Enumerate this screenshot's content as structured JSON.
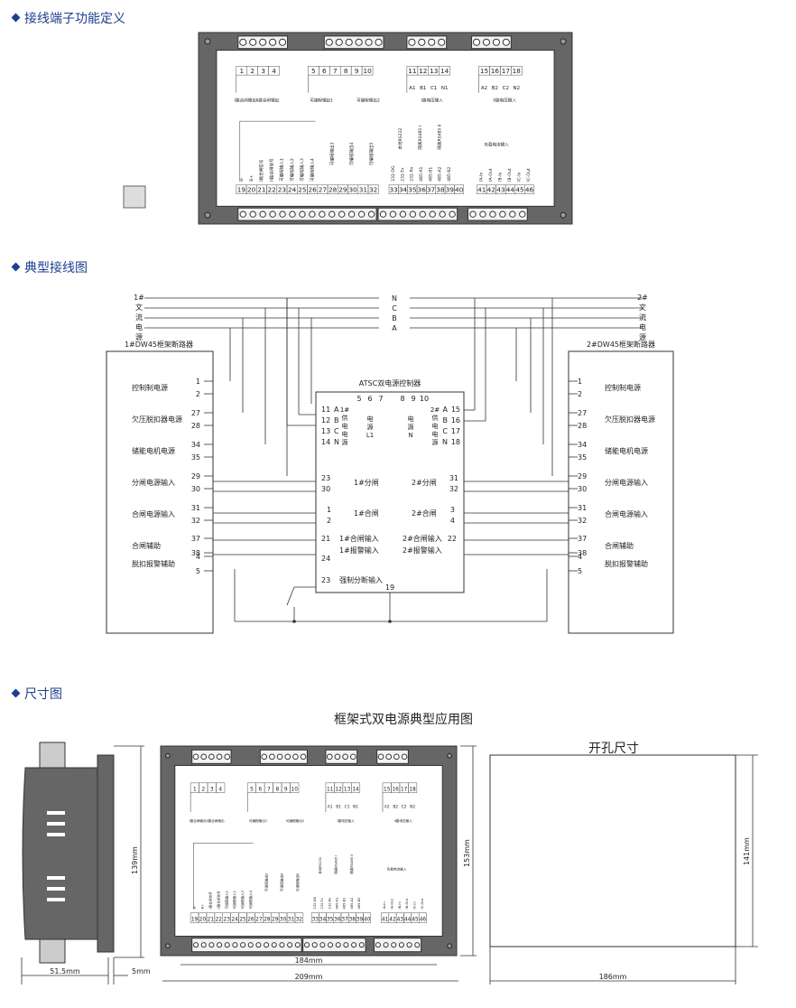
{
  "sections": {
    "terminal_def": "接线端子功能定义",
    "typical_wiring": "典型接线图",
    "dimensions": "尺寸图"
  },
  "terminals": {
    "top_row_1": [
      "1",
      "2",
      "3",
      "4"
    ],
    "top_row_2": [
      "5",
      "6",
      "7",
      "8",
      "9",
      "10"
    ],
    "top_row_3": [
      "11",
      "12",
      "13",
      "14"
    ],
    "top_row_4": [
      "15",
      "16",
      "17",
      "18"
    ],
    "phase_labels_1": [
      "A1",
      "B1",
      "C1",
      "N1"
    ],
    "phase_labels_2": [
      "A2",
      "B2",
      "C2",
      "N2"
    ],
    "group_labels": {
      "g1a": "I路合闸输出",
      "g1b": "II路合闸输出",
      "g2a": "可编程输出1",
      "g2b": "可编程输出2",
      "g3": "I路电压输入",
      "g4": "II路电压输入"
    },
    "bottom_row_1": [
      "19",
      "20",
      "21",
      "22",
      "23",
      "24",
      "25",
      "26",
      "27",
      "28",
      "29",
      "30",
      "31",
      "32"
    ],
    "bottom_row_2": [
      "33",
      "34",
      "35",
      "36",
      "37",
      "38",
      "39",
      "40"
    ],
    "bottom_row_3": [
      "41",
      "42",
      "43",
      "44",
      "45",
      "46"
    ],
    "bottom_vertical_1": [
      "B-",
      "B+",
      "I路合闸信号",
      "II路合闸信号",
      "可编程输入1",
      "可编程输入2",
      "可编程输入3",
      "可编程输入4"
    ],
    "bottom_vertical_prog": [
      "可编程输出3",
      "可编程输出4",
      "可编程输出5"
    ],
    "bottom_vertical_2": [
      "232-DG",
      "232-Tx",
      "232-Rx",
      "485-A1",
      "485-B1",
      "485-A2",
      "485-B2"
    ],
    "bottom_vertical_2_groups": [
      "本地RS232",
      "隔离RS485 I",
      "隔离RS485 II"
    ],
    "bottom_vertical_3": [
      "IA-In",
      "IA-Out",
      "IB-In",
      "IB-Out",
      "IC-In",
      "IC-Out"
    ],
    "load_current_label": "负载电流输入"
  },
  "wiring": {
    "left_source": [
      "1#",
      "文",
      "流",
      "电",
      "源"
    ],
    "right_source": [
      "2#",
      "文",
      "流",
      "电",
      "源"
    ],
    "phases": [
      "N",
      "C",
      "B",
      "A"
    ],
    "left_breaker_title": "1#DW45框架断路器",
    "right_breaker_title": "2#DW45框架断路器",
    "controller_title": "ATSC双电源控制器",
    "controller_top_left_nums": [
      "5",
      "6",
      "7"
    ],
    "controller_top_right_nums": [
      "8",
      "9",
      "10"
    ],
    "controller_left_phase_nums": [
      "11",
      "12",
      "13",
      "14"
    ],
    "controller_left_phase_letters": [
      "A",
      "B",
      "C",
      "N"
    ],
    "controller_right_phase_nums": [
      "15",
      "16",
      "17",
      "18"
    ],
    "controller_right_phase_letters": [
      "A",
      "B",
      "C",
      "N"
    ],
    "controller_left_vertical": [
      "1#",
      "供",
      "电",
      "电",
      "源"
    ],
    "controller_right_vertical": [
      "2#",
      "供",
      "电",
      "电",
      "源"
    ],
    "controller_mid_left": [
      "电",
      "源",
      "L1"
    ],
    "controller_mid_right": [
      "电",
      "源",
      "N"
    ],
    "breaker_rows": [
      {
        "label": "控制制电源",
        "nums": [
          "1",
          "2"
        ]
      },
      {
        "label": "欠压脱扣器电源",
        "nums": [
          "27",
          "28"
        ]
      },
      {
        "label": "储能电机电源",
        "nums": [
          "34",
          "35"
        ]
      },
      {
        "label": "分闸电源输入",
        "nums": [
          "29",
          "30"
        ]
      },
      {
        "label": "合闸电源输入",
        "nums": [
          "31",
          "32"
        ]
      },
      {
        "label": "合闸辅助",
        "nums": [
          "37",
          "38"
        ]
      },
      {
        "label": "脱扣报警辅助",
        "nums": [
          "4",
          "5"
        ]
      }
    ],
    "controller_rows": {
      "r1_left_nums": [
        "23",
        "30"
      ],
      "r1_left_label": "1#分闸",
      "r1_right_nums": [
        "31",
        "32"
      ],
      "r1_right_label": "2#分闸",
      "r2_left_nums": [
        "1",
        "2"
      ],
      "r2_left_label": "1#合闸",
      "r2_right_nums": [
        "3",
        "4"
      ],
      "r2_right_label": "2#合闸",
      "r3_left_num": "21",
      "r3_left_label": "1#合闸输入",
      "r3_right_num": "22",
      "r3_right_label": "2#合闸输入",
      "r4_left_num": "24",
      "r4_left_label": "1#报警输入",
      "r4_right_label": "2#报警输入",
      "r5_num": "23",
      "r5_label": "强制分断输入",
      "r5_bottom": "19"
    }
  },
  "dimensions": {
    "title": "框架式双电源典型应用图",
    "cutout_title": "开孔尺寸",
    "side_depth": "51.5mm",
    "side_flange": "5mm",
    "side_height": "139mm",
    "front_inner_width": "184mm",
    "front_outer_width": "209mm",
    "front_height": "153mm",
    "cutout_width": "186mm",
    "cutout_height": "141mm"
  }
}
